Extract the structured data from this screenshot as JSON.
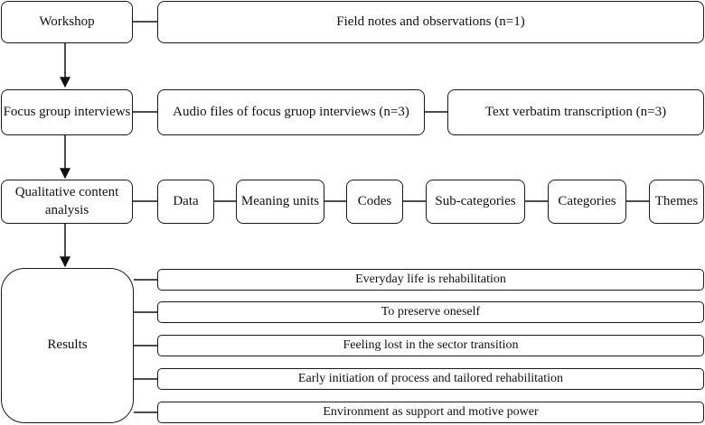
{
  "stages": {
    "workshop": "Workshop",
    "focus_group": "Focus group interviews",
    "content_analysis": "Qualitative content analysis",
    "results": "Results"
  },
  "workshop_output": "Field notes and observations (n=1)",
  "focus_group_outputs": [
    "Audio files of focus gruop interviews (n=3)",
    "Text verbatim transcription (n=3)"
  ],
  "analysis_steps": [
    "Data",
    "Meaning units",
    "Codes",
    "Sub-categories",
    "Categories",
    "Themes"
  ],
  "themes": [
    "Everyday life is rehabilitation",
    "To preserve oneself",
    "Feeling lost in the sector transition",
    "Early initiation of process and tailored rehabilitation",
    "Environment as support and motive power"
  ]
}
